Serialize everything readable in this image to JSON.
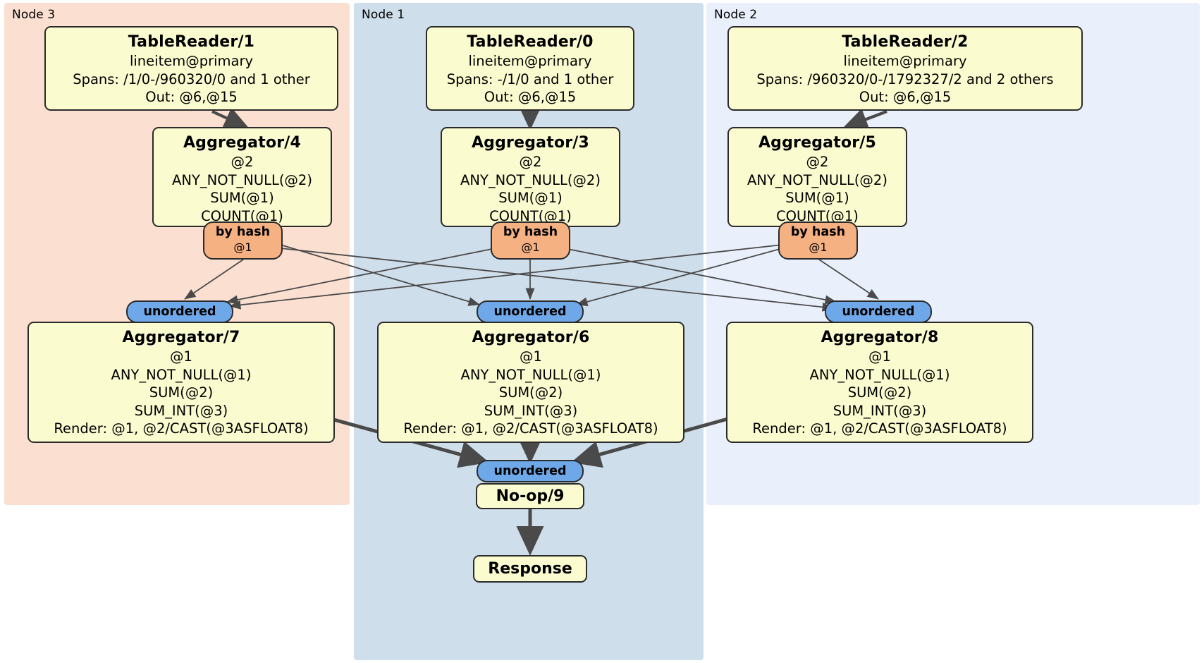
{
  "diagram": {
    "type": "distributed-query-plan",
    "colors": {
      "node3_panel": "#fbe0d2",
      "node1_panel": "#cfdeeb",
      "node2_panel": "#eaf0fb",
      "processor_box": "#fbfbd0",
      "hash_badge": "#f6b183",
      "unordered_badge": "#6fa8e8",
      "stroke": "#2b2b2b"
    },
    "nodes": [
      {
        "id": "node3",
        "label": "Node 3"
      },
      {
        "id": "node1",
        "label": "Node 1"
      },
      {
        "id": "node2",
        "label": "Node 2"
      }
    ],
    "processors": {
      "table_reader_1": {
        "title": "TableReader/1",
        "lines": [
          "lineitem@primary",
          "Spans: /1/0-/960320/0 and 1 other",
          "Out: @6,@15"
        ]
      },
      "table_reader_0": {
        "title": "TableReader/0",
        "lines": [
          "lineitem@primary",
          "Spans: -/1/0 and 1 other",
          "Out: @6,@15"
        ]
      },
      "table_reader_2": {
        "title": "TableReader/2",
        "lines": [
          "lineitem@primary",
          "Spans: /960320/0-/1792327/2 and 2 others",
          "Out: @6,@15"
        ]
      },
      "aggregator_4": {
        "title": "Aggregator/4",
        "lines": [
          "@2",
          "ANY_NOT_NULL(@2)",
          "SUM(@1)",
          "COUNT(@1)"
        ]
      },
      "aggregator_3": {
        "title": "Aggregator/3",
        "lines": [
          "@2",
          "ANY_NOT_NULL(@2)",
          "SUM(@1)",
          "COUNT(@1)"
        ]
      },
      "aggregator_5": {
        "title": "Aggregator/5",
        "lines": [
          "@2",
          "ANY_NOT_NULL(@2)",
          "SUM(@1)",
          "COUNT(@1)"
        ]
      },
      "aggregator_7": {
        "title": "Aggregator/7",
        "lines": [
          "@1",
          "ANY_NOT_NULL(@1)",
          "SUM(@2)",
          "SUM_INT(@3)",
          "Render: @1, @2/CAST(@3ASFLOAT8)"
        ]
      },
      "aggregator_6": {
        "title": "Aggregator/6",
        "lines": [
          "@1",
          "ANY_NOT_NULL(@1)",
          "SUM(@2)",
          "SUM_INT(@3)",
          "Render: @1, @2/CAST(@3ASFLOAT8)"
        ]
      },
      "aggregator_8": {
        "title": "Aggregator/8",
        "lines": [
          "@1",
          "ANY_NOT_NULL(@1)",
          "SUM(@2)",
          "SUM_INT(@3)",
          "Render: @1, @2/CAST(@3ASFLOAT8)"
        ]
      },
      "noop_9": {
        "title": "No-op/9"
      },
      "response": {
        "title": "Response"
      }
    },
    "badges": {
      "hash_4": {
        "label": "by hash",
        "sub": "@1"
      },
      "hash_3": {
        "label": "by hash",
        "sub": "@1"
      },
      "hash_5": {
        "label": "by hash",
        "sub": "@1"
      },
      "unordered_7": {
        "label": "unordered"
      },
      "unordered_6": {
        "label": "unordered"
      },
      "unordered_8": {
        "label": "unordered"
      },
      "unordered_9": {
        "label": "unordered"
      }
    }
  }
}
